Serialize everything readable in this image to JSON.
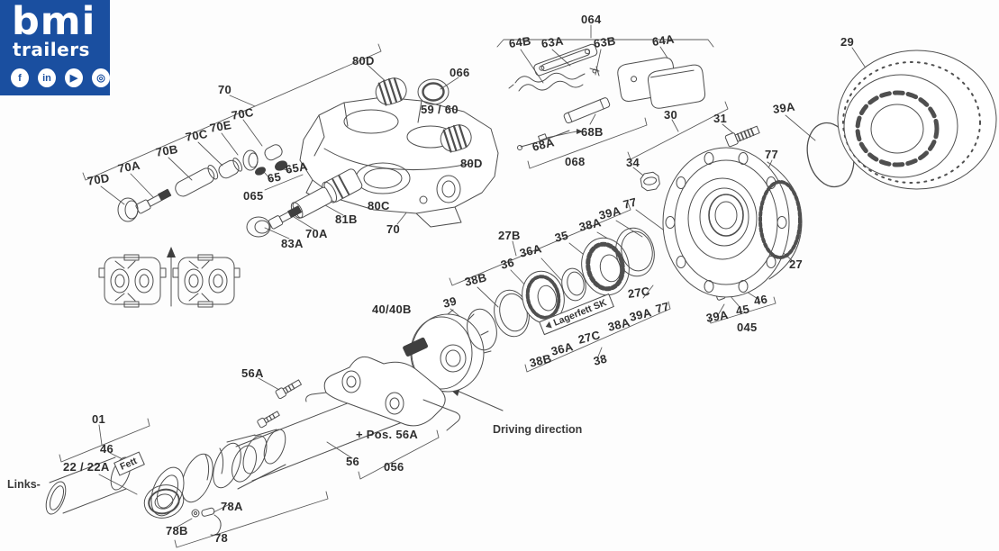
{
  "logo": {
    "brand": "bmi",
    "subtitle": "trailers",
    "bg_color": "#1a4fa0",
    "social_icons": [
      {
        "name": "facebook",
        "glyph": "f"
      },
      {
        "name": "linkedin",
        "glyph": "in"
      },
      {
        "name": "youtube",
        "glyph": "▶"
      },
      {
        "name": "instagram",
        "glyph": "◎"
      }
    ]
  },
  "diagram": {
    "line_color": "#4f4f4f",
    "label_color": "#2e2e2e",
    "labels": [
      {
        "text": "80D"
      },
      {
        "text": "70"
      },
      {
        "text": "066"
      },
      {
        "text": "70C"
      },
      {
        "text": "59 / 60"
      },
      {
        "text": "70E"
      },
      {
        "text": "70C"
      },
      {
        "text": "80D"
      },
      {
        "text": "70B"
      },
      {
        "text": "65A"
      },
      {
        "text": "70A"
      },
      {
        "text": "65"
      },
      {
        "text": "70D"
      },
      {
        "text": "065"
      },
      {
        "text": "80C"
      },
      {
        "text": "81B"
      },
      {
        "text": "70"
      },
      {
        "text": "70A"
      },
      {
        "text": "83A"
      },
      {
        "text": "064"
      },
      {
        "text": "64B"
      },
      {
        "text": "63A"
      },
      {
        "text": "63B"
      },
      {
        "text": "64A"
      },
      {
        "text": "68B"
      },
      {
        "text": "68A"
      },
      {
        "text": "068"
      },
      {
        "text": "34"
      },
      {
        "text": "29"
      },
      {
        "text": "39A"
      },
      {
        "text": "31"
      },
      {
        "text": "30"
      },
      {
        "text": "77"
      },
      {
        "text": "27"
      },
      {
        "text": "77"
      },
      {
        "text": "39A"
      },
      {
        "text": "38A"
      },
      {
        "text": "27B"
      },
      {
        "text": "35"
      },
      {
        "text": "36A"
      },
      {
        "text": "36"
      },
      {
        "text": "38B"
      },
      {
        "text": "39"
      },
      {
        "text": "40/40B"
      },
      {
        "text": "27C"
      },
      {
        "text": "77"
      },
      {
        "text": "39A"
      },
      {
        "text": "38A"
      },
      {
        "text": "27C"
      },
      {
        "text": "36A"
      },
      {
        "text": "38"
      },
      {
        "text": "38B"
      },
      {
        "text": "46"
      },
      {
        "text": "45"
      },
      {
        "text": "39A"
      },
      {
        "text": "045"
      },
      {
        "text": "01"
      },
      {
        "text": "46"
      },
      {
        "text": "22 / 22A"
      },
      {
        "text": "56A"
      },
      {
        "text": "+ Pos. 56A"
      },
      {
        "text": "56"
      },
      {
        "text": "056"
      },
      {
        "text": "78A"
      },
      {
        "text": "78B"
      },
      {
        "text": "78"
      }
    ],
    "tags": {
      "bearing_grease": "Lagerfett SK",
      "grease": "Fett"
    },
    "annotations": {
      "driving_direction": "Driving direction",
      "left_side": "Links-"
    }
  }
}
